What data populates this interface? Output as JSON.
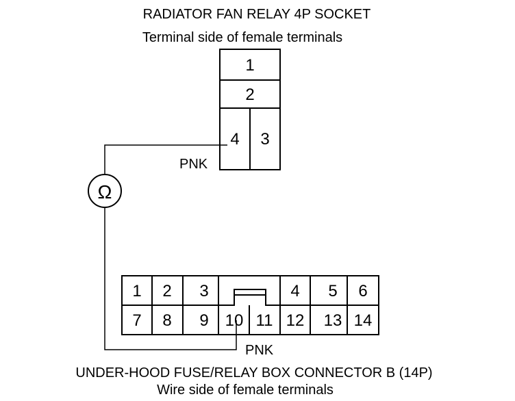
{
  "relay": {
    "title": "RADIATOR FAN RELAY 4P SOCKET",
    "subtitle": "Terminal side of female terminals",
    "terminals": [
      "1",
      "2",
      "4",
      "3"
    ],
    "wire_label": "PNK"
  },
  "meter": {
    "symbol": "Ω"
  },
  "connector": {
    "title": "UNDER-HOOD FUSE/RELAY BOX CONNECTOR B (14P)",
    "subtitle": "Wire side of female terminals",
    "top_row": [
      "1",
      "2",
      "3",
      "4",
      "5",
      "6"
    ],
    "bottom_row": [
      "7",
      "8",
      "9",
      "10",
      "11",
      "12",
      "13",
      "14"
    ],
    "wire_label": "PNK"
  }
}
